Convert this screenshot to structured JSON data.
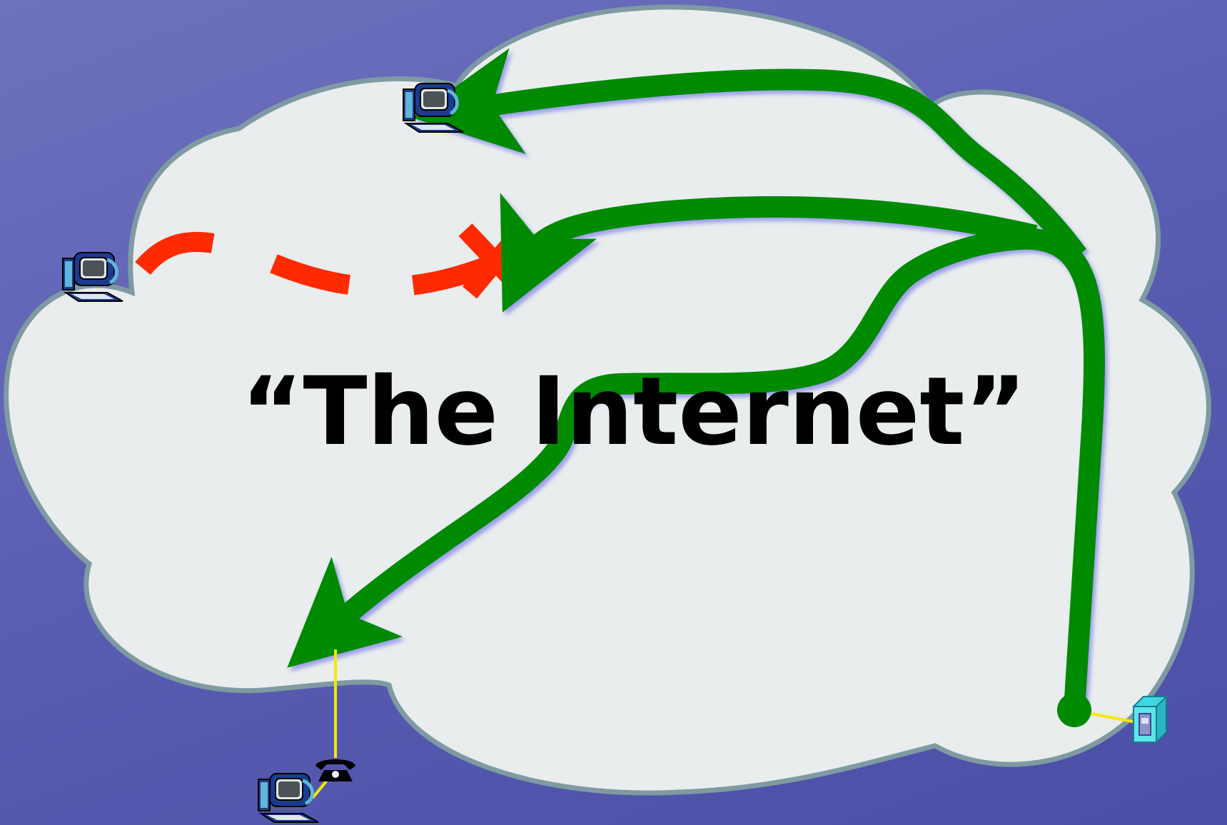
{
  "diagram": {
    "center_label": "“The Internet”",
    "colors": {
      "background": "#5b5fb3",
      "cloud_fill": "#e9eded",
      "cloud_stroke": "#7f9aa2",
      "route_active": "#008a00",
      "route_failed": "#ff2a00",
      "link_line": "#f5e800"
    },
    "nodes": [
      {
        "id": "computer-left",
        "icon": "desktop-computer-icon"
      },
      {
        "id": "computer-top",
        "icon": "desktop-computer-icon"
      },
      {
        "id": "computer-bottom",
        "icon": "desktop-computer-icon"
      },
      {
        "id": "telephone",
        "icon": "telephone-icon"
      },
      {
        "id": "server",
        "icon": "server-icon"
      }
    ],
    "routes": [
      {
        "from": "server",
        "to": "computer-top",
        "status": "delivered"
      },
      {
        "from": "server",
        "to": "computer-left",
        "status": "failed"
      },
      {
        "from": "server",
        "to": "telephone",
        "status": "delivered"
      }
    ]
  }
}
